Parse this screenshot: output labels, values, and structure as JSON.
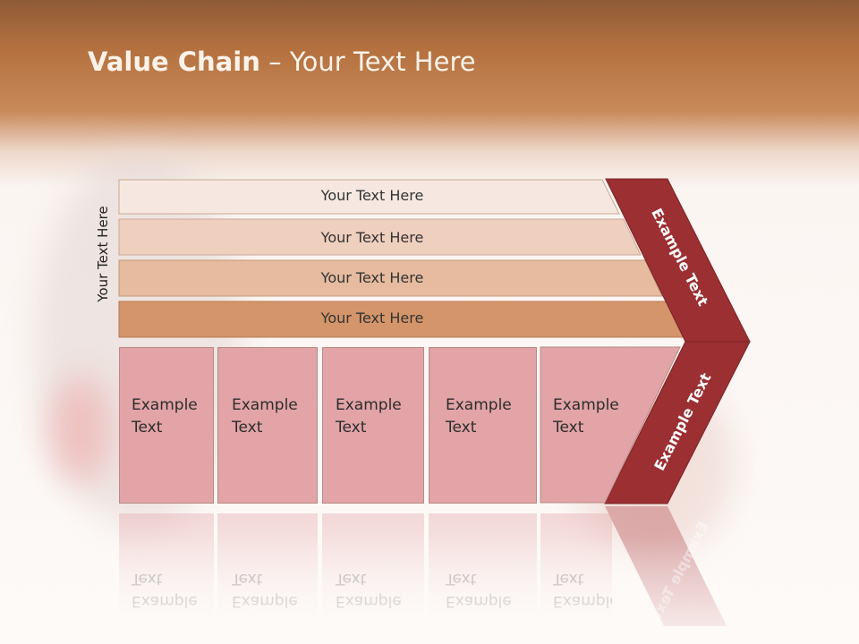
{
  "title": {
    "bold": "Value Chain",
    "rest": " – Your Text Here"
  },
  "side_label": "Your Text Here",
  "rows": [
    {
      "label": "Your Text Here"
    },
    {
      "label": "Your Text Here"
    },
    {
      "label": "Your Text Here"
    },
    {
      "label": "Your Text Here"
    }
  ],
  "boxes": [
    {
      "line1": "Example",
      "line2": "Text"
    },
    {
      "line1": "Example",
      "line2": "Text"
    },
    {
      "line1": "Example",
      "line2": "Text"
    },
    {
      "line1": "Example",
      "line2": "Text"
    },
    {
      "line1": "Example",
      "line2": "Text"
    }
  ],
  "chevron": {
    "upper": "Example Text",
    "lower": "Example Text"
  },
  "colors": {
    "header": "#b4713f",
    "row1": "#f6e8e1",
    "row2": "#efcfbe",
    "row3": "#e6bb9f",
    "row4": "#d5956a",
    "box": "#e2a4a6",
    "chevron": "#9b2f32"
  }
}
